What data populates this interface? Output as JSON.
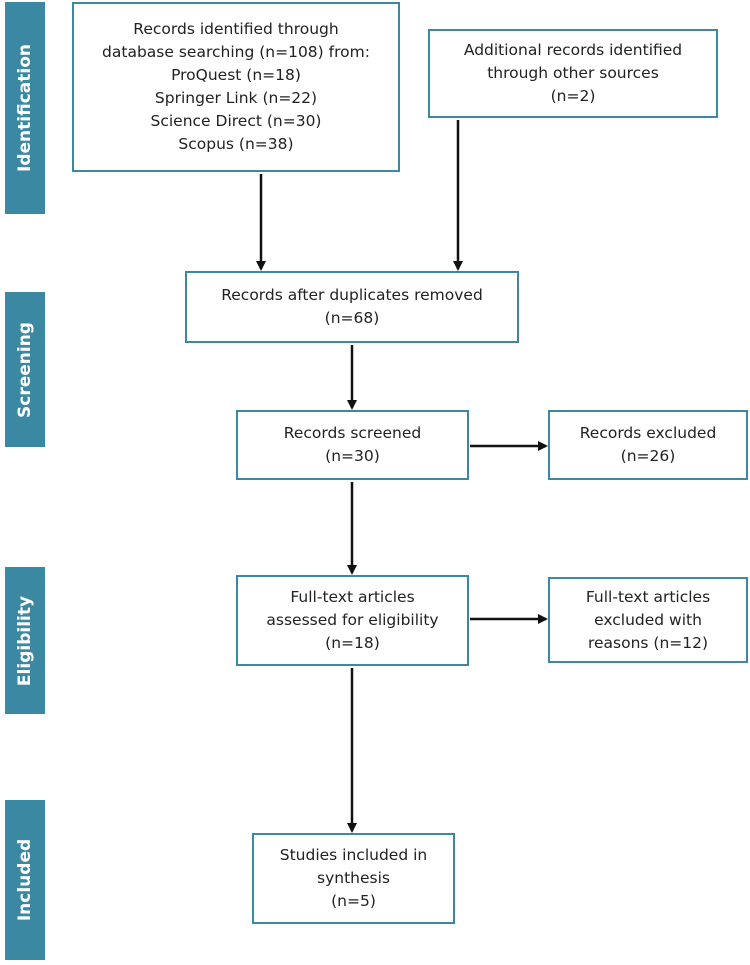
{
  "phases": {
    "identification": "Identification",
    "screening": "Screening",
    "eligibility": "Eligibility",
    "included": "Included"
  },
  "boxes": {
    "database": {
      "lines": [
        "Records identified through",
        "database searching (n=108) from:",
        "ProQuest (n=18)",
        "Springer Link (n=22)",
        "Science Direct (n=30)",
        "Scopus (n=38)"
      ]
    },
    "additional": {
      "lines": [
        "Additional records identified",
        "through other sources",
        "(n=2)"
      ]
    },
    "duplicates": {
      "lines": [
        "Records after duplicates removed",
        "(n=68)"
      ]
    },
    "screened": {
      "lines": [
        "Records screened",
        "(n=30)"
      ]
    },
    "excluded": {
      "lines": [
        "Records excluded",
        "(n=26)"
      ]
    },
    "fulltext": {
      "lines": [
        "Full-text articles",
        "assessed for eligibility",
        "(n=18)"
      ]
    },
    "fulltext_excluded": {
      "lines": [
        "Full-text articles",
        "excluded with",
        "reasons (n=12)"
      ]
    },
    "included": {
      "lines": [
        "Studies included in",
        "synthesis",
        "(n=5)"
      ]
    }
  },
  "colors": {
    "phase_bar": "#3a88a2",
    "box_border": "#3a88a2",
    "arrow": "#111111"
  }
}
